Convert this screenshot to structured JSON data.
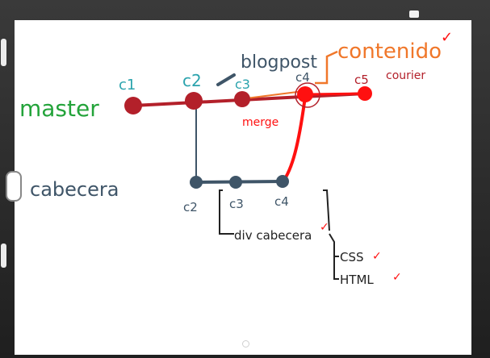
{
  "colors": {
    "master": "#b3202a",
    "teal": "#2aa3ad",
    "branch": "#3f5568",
    "green": "#23a33a",
    "orange": "#f0772a",
    "red": "#ff1010",
    "black": "#222222"
  },
  "labels": {
    "master": "master",
    "cabecera": "cabecera",
    "blogpost": "blogpost",
    "contenido": "contenido",
    "contenido_check": "✓",
    "merge": "merge",
    "courier": "courier",
    "div_cabecera": "div cabecera",
    "div_check": "✓",
    "css": "CSS",
    "css_check": "✓",
    "html": "HTML",
    "html_check": "✓"
  },
  "commits": {
    "master": [
      "c1",
      "c2",
      "c3",
      "c4",
      "c5"
    ],
    "cabecera": [
      "c2",
      "c3",
      "c4"
    ]
  }
}
